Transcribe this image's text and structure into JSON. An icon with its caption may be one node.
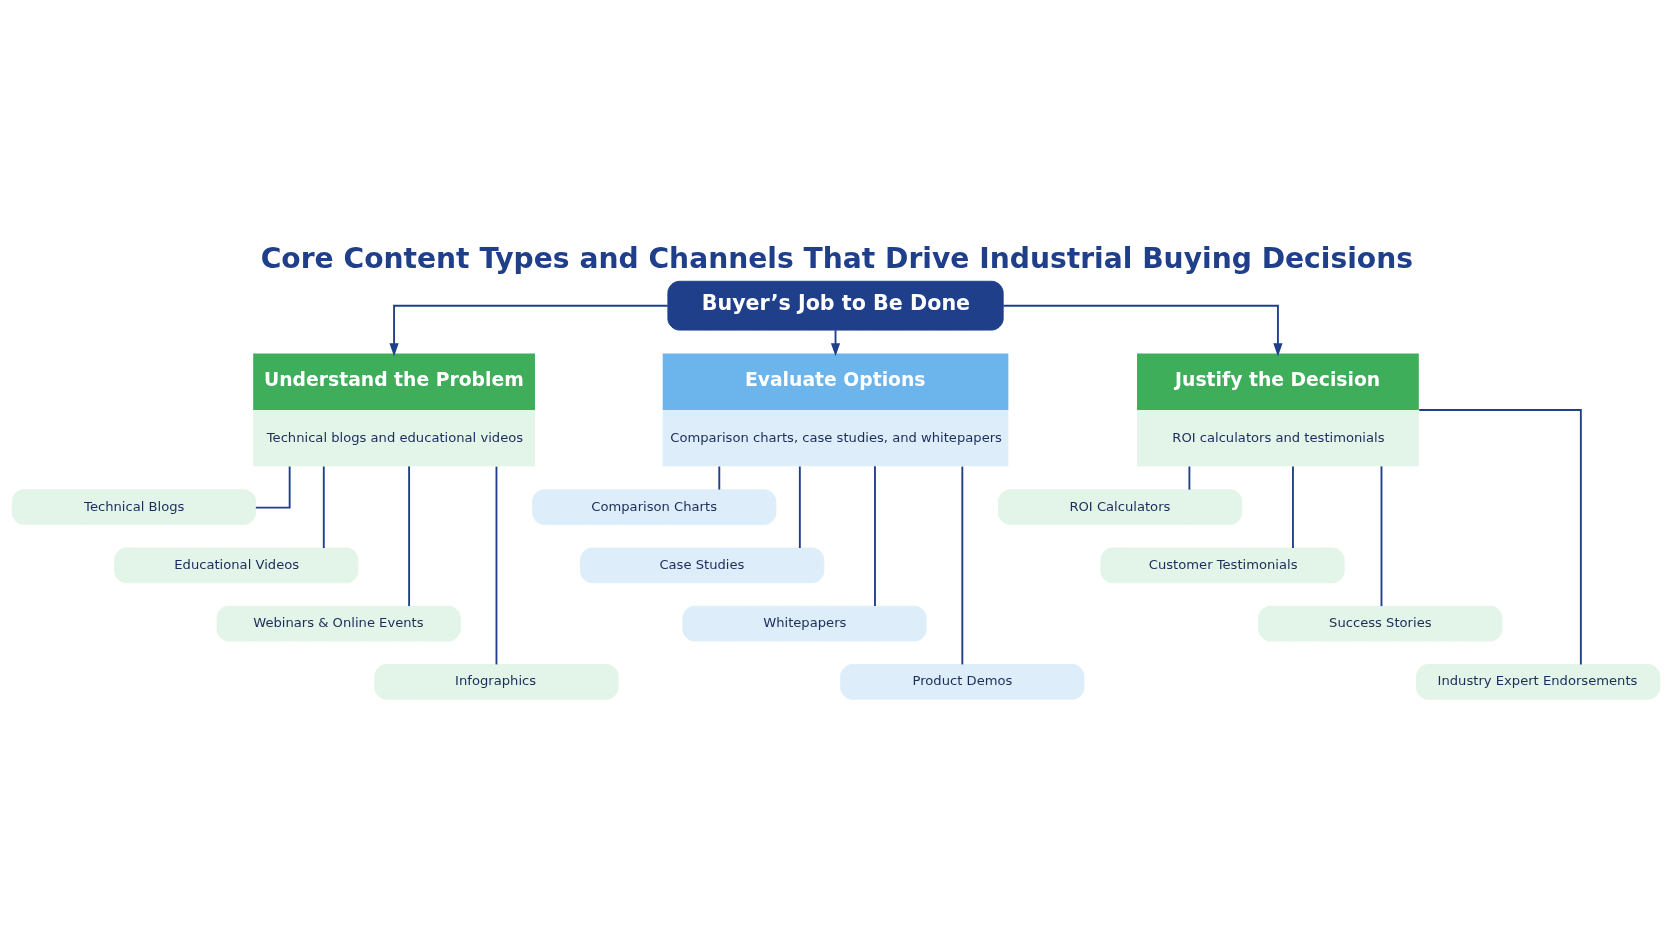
{
  "diagram": {
    "title": "Core Content Types and Channels That Drive Industrial Buying Decisions",
    "nodes": [
      {
        "text": [
          "Buyer’s Job to Be Done"
        ]
      },
      {
        "text": [
          "Understand the Problem",
          "Technical blogs and educational videos"
        ]
      },
      {
        "text": [
          "Evaluate Options",
          "Comparison charts, case studies, and whitepapers"
        ]
      },
      {
        "text": [
          "Justify the Decision",
          "ROI calculators and testimonials"
        ]
      },
      {
        "text": [
          "Technical Blogs"
        ]
      },
      {
        "text": [
          "Educational Videos"
        ]
      },
      {
        "text": [
          "Webinars & Online Events"
        ]
      },
      {
        "text": [
          "Infographics"
        ]
      },
      {
        "text": [
          "Comparison Charts"
        ]
      },
      {
        "text": [
          "Case Studies"
        ]
      },
      {
        "text": [
          "Whitepapers"
        ]
      },
      {
        "text": [
          "Product Demos"
        ]
      },
      {
        "text": [
          "ROI Calculators"
        ]
      },
      {
        "text": [
          "Customer Testimonials"
        ]
      },
      {
        "text": [
          "Success Stories"
        ]
      },
      {
        "text": [
          "Industry Expert Endorsements"
        ]
      }
    ],
    "edges": [
      {
        "from": 0,
        "to": 1,
        "arrow": "to"
      },
      {
        "from": 0,
        "to": 2,
        "arrow": "to"
      },
      {
        "from": 0,
        "to": 3,
        "arrow": "to"
      },
      {
        "from": 1,
        "to": 4,
        "arrow": "none"
      },
      {
        "from": 1,
        "to": 5,
        "arrow": "none"
      },
      {
        "from": 1,
        "to": 6,
        "arrow": "none"
      },
      {
        "from": 1,
        "to": 7,
        "arrow": "none"
      },
      {
        "from": 2,
        "to": 8,
        "arrow": "none"
      },
      {
        "from": 2,
        "to": 9,
        "arrow": "none"
      },
      {
        "from": 2,
        "to": 10,
        "arrow": "none"
      },
      {
        "from": 2,
        "to": 11,
        "arrow": "none"
      },
      {
        "from": 3,
        "to": 12,
        "arrow": "none"
      },
      {
        "from": 3,
        "to": 13,
        "arrow": "none"
      },
      {
        "from": 3,
        "to": 14,
        "arrow": "none"
      },
      {
        "from": 3,
        "to": 15,
        "arrow": "none"
      }
    ]
  }
}
